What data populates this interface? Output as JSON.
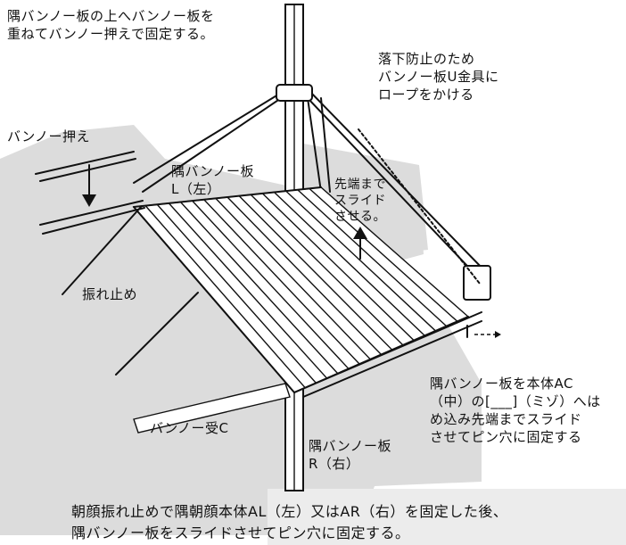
{
  "labels": {
    "top_instruction": [
      "隅バンノー板の上へバンノー板を",
      "重ねてバンノー押えで固定する。"
    ],
    "rope_note": [
      "落下防止のため",
      "バンノー板U金具に",
      "ロープをかける"
    ],
    "bannou_osae": "バンノー押え",
    "corner_board_left": [
      "隅バンノー板",
      "L（左）"
    ],
    "slide_to_tip": [
      "先端まで",
      "スライド",
      "させる。"
    ],
    "furedome": "振れ止め",
    "bannou_uke": "バンノー受C",
    "corner_board_right": [
      "隅バンノー板",
      "R（右）"
    ],
    "fix_to_body": [
      "隅バンノー板を本体AC",
      "（中）の[___]（ミゾ）へは",
      "め込み先端までスライド",
      "させてピン穴に固定する"
    ],
    "bottom_instruction": [
      "朝顔振れ止めで隅朝顔本体AL（左）又はAR（右）を固定した後、",
      "隅バンノー板をスライドさせてピン穴に固定する。"
    ]
  },
  "colors": {
    "background_shape": "#dcdcdc",
    "line": "#111111"
  }
}
